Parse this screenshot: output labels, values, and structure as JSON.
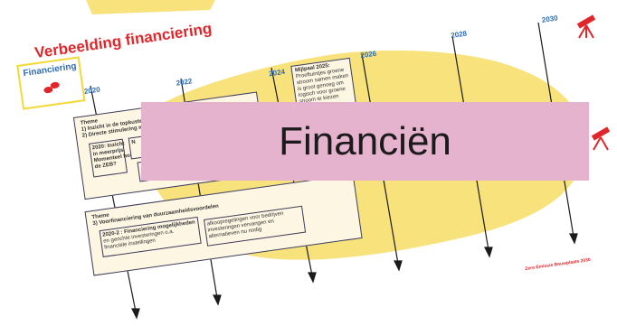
{
  "slide": {
    "title": "Verbeelding financiering",
    "section_label": "Financiering",
    "footer": "Zero Emissie Bouwplaats 2030"
  },
  "timeline": {
    "years": [
      "2020",
      "2022",
      "2024",
      "2026",
      "2028",
      "2030"
    ]
  },
  "milestone": {
    "lines": [
      "Mijlpaal 2025:",
      "Proeftuintjes groene",
      "stroom samen maken",
      "is groot genoeg om",
      "logisch voor groene",
      "stroom te kiezen"
    ]
  },
  "theme1": {
    "heading": "Theme",
    "items": [
      "1)   Inzicht in de topkusten",
      "2)   Directe stimulering met"
    ],
    "box_a": [
      "2020: Inzicht",
      "in meerprijs.",
      "Momenteel hoe",
      "de ZEB?"
    ],
    "box_b": [
      "N"
    ]
  },
  "theme2": {
    "heading": "Theme",
    "item": "3) Voorfinanciering van duurzaamheidsvoordelen",
    "box_a": [
      "2020-2 : Financiering mogelijkheden",
      "en gerichte investeringen o.a.",
      "financiële instellingen"
    ],
    "box_b": [
      "afkoopregelingen voor bedrijven",
      "investeringen vervangen en",
      "alternatieven nu nodig"
    ]
  },
  "banner": {
    "title": "Financiën"
  },
  "colors": {
    "accent_red": "#e0262b",
    "brand_blue": "#2e6db4",
    "blob_yellow": "#f7e27c",
    "banner_pink": "#e6b3cf",
    "panel_bg": "#fdf6e3"
  },
  "icons": {
    "section": "footprints-icon",
    "decor": "telescope-icon"
  }
}
